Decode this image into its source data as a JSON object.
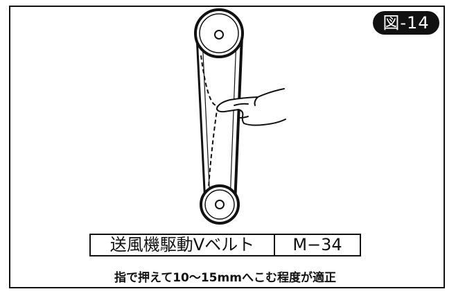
{
  "figure": {
    "badge": "図-14",
    "belt_label": "送風機駆動Vベルト",
    "belt_code": "M−34",
    "caption": "指で押えて10〜15mmへこむ程度が適正"
  }
}
